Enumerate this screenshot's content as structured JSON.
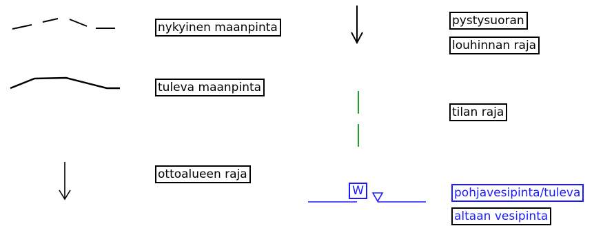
{
  "legend": {
    "current_ground": "nykyinen  maanpinta",
    "future_ground": "tuleva  maanpinta",
    "extraction_area_boundary": "ottoalueen  raja",
    "vertical_quarrying_line1": "pystysuoran",
    "vertical_quarrying_line2": "louhinnan  raja",
    "property_boundary": "tilan  raja",
    "groundwater_line1": "pohjavesipinta/tuleva",
    "groundwater_line2": "altaan  vesipinta",
    "water_symbol": "W"
  },
  "colors": {
    "line": "#000000",
    "property_boundary": "#1e9e2a",
    "groundwater": "#1a1aff"
  }
}
